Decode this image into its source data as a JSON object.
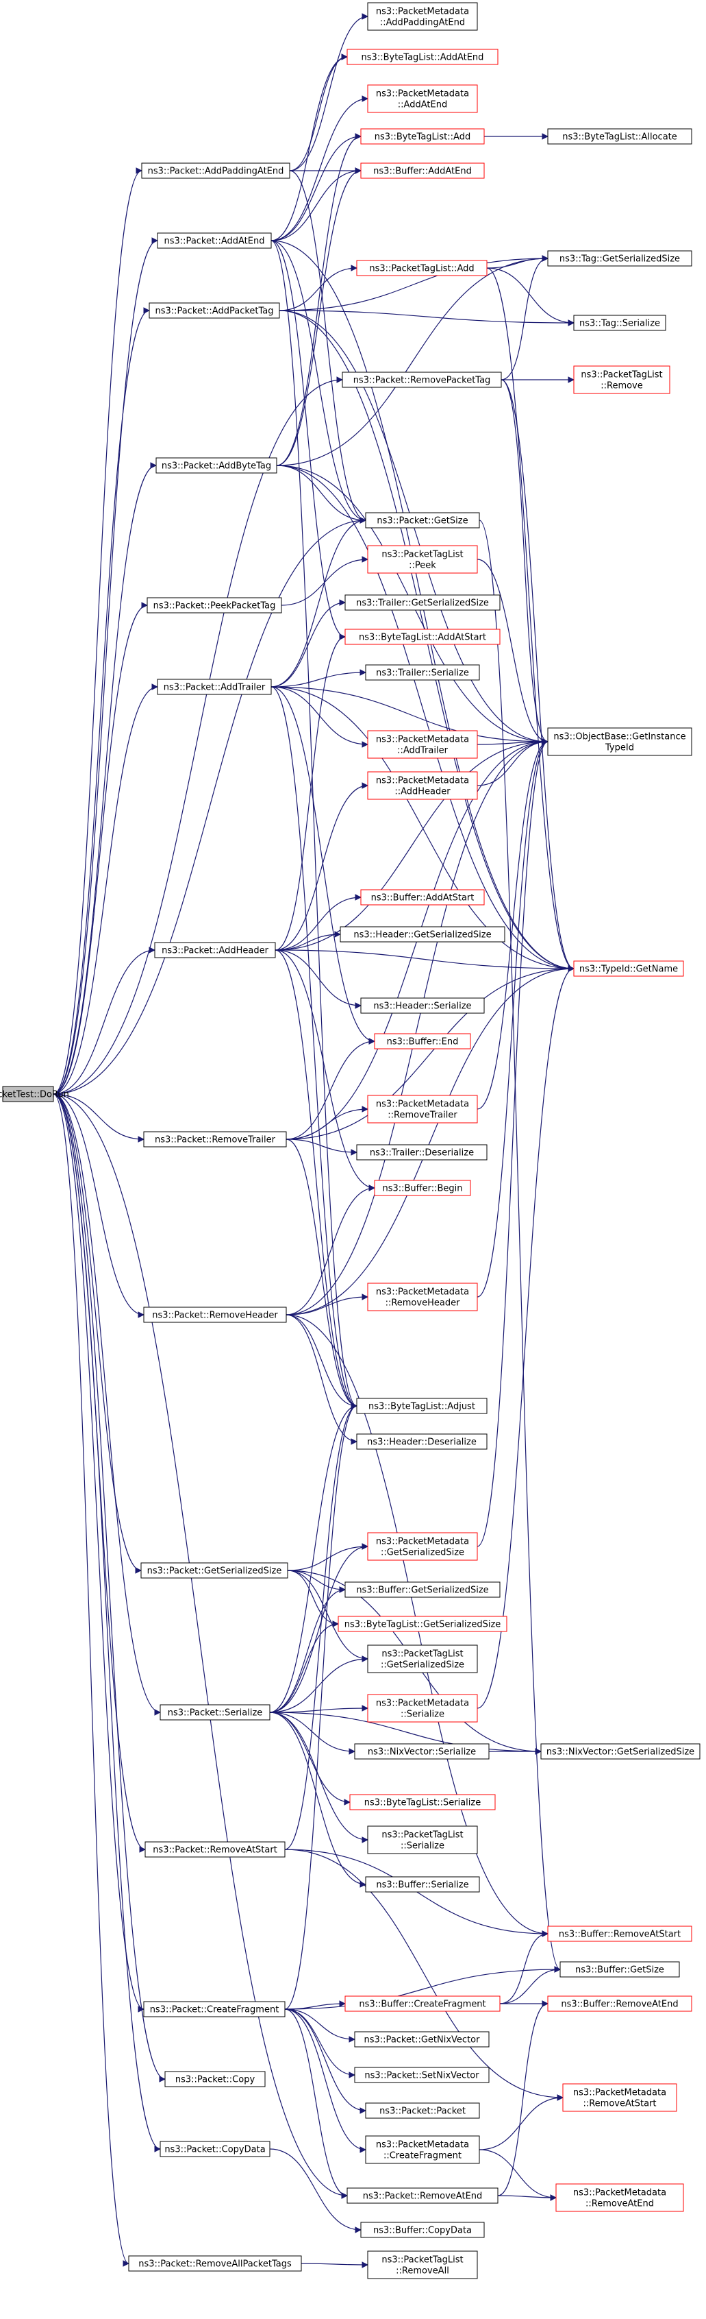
{
  "colors": {
    "edge": "#191970",
    "node_border": "#000000",
    "node_border_red": "#ff0000",
    "node_fill": "#ffffff",
    "root_fill": "#bfbfbf"
  },
  "nodes": [
    {
      "id": "root",
      "lines": [
        "PacketTest::DoRun"
      ],
      "style": "root"
    },
    {
      "id": "addPaddingAtEnd",
      "lines": [
        "ns3::Packet::AddPaddingAtEnd"
      ],
      "style": "black"
    },
    {
      "id": "addAtEnd",
      "lines": [
        "ns3::Packet::AddAtEnd"
      ],
      "style": "black"
    },
    {
      "id": "addPacketTag",
      "lines": [
        "ns3::Packet::AddPacketTag"
      ],
      "style": "black"
    },
    {
      "id": "addByteTag",
      "lines": [
        "ns3::Packet::AddByteTag"
      ],
      "style": "black"
    },
    {
      "id": "peekPacketTag",
      "lines": [
        "ns3::Packet::PeekPacketTag"
      ],
      "style": "black"
    },
    {
      "id": "addTrailer",
      "lines": [
        "ns3::Packet::AddTrailer"
      ],
      "style": "black"
    },
    {
      "id": "addHeader",
      "lines": [
        "ns3::Packet::AddHeader"
      ],
      "style": "black"
    },
    {
      "id": "removeTrailer",
      "lines": [
        "ns3::Packet::RemoveTrailer"
      ],
      "style": "black"
    },
    {
      "id": "removeHeader",
      "lines": [
        "ns3::Packet::RemoveHeader"
      ],
      "style": "black"
    },
    {
      "id": "getSerializedSize",
      "lines": [
        "ns3::Packet::GetSerializedSize"
      ],
      "style": "black"
    },
    {
      "id": "serialize",
      "lines": [
        "ns3::Packet::Serialize"
      ],
      "style": "black"
    },
    {
      "id": "removeAtStart",
      "lines": [
        "ns3::Packet::RemoveAtStart"
      ],
      "style": "black"
    },
    {
      "id": "createFragment",
      "lines": [
        "ns3::Packet::CreateFragment"
      ],
      "style": "black"
    },
    {
      "id": "copy",
      "lines": [
        "ns3::Packet::Copy"
      ],
      "style": "black"
    },
    {
      "id": "copyData",
      "lines": [
        "ns3::Packet::CopyData"
      ],
      "style": "black"
    },
    {
      "id": "removeAllPacketTags",
      "lines": [
        "ns3::Packet::RemoveAllPacketTags"
      ],
      "style": "black"
    },
    {
      "id": "pmAddPaddingAtEnd",
      "lines": [
        "ns3::PacketMetadata",
        "::AddPaddingAtEnd"
      ],
      "style": "black"
    },
    {
      "id": "btlAddAtEnd",
      "lines": [
        "ns3::ByteTagList::AddAtEnd"
      ],
      "style": "red"
    },
    {
      "id": "pmAddAtEnd",
      "lines": [
        "ns3::PacketMetadata",
        "::AddAtEnd"
      ],
      "style": "red"
    },
    {
      "id": "btlAdd",
      "lines": [
        "ns3::ByteTagList::Add"
      ],
      "style": "red"
    },
    {
      "id": "btlAllocate",
      "lines": [
        "ns3::ByteTagList::Allocate"
      ],
      "style": "black"
    },
    {
      "id": "bufAddAtEnd",
      "lines": [
        "ns3::Buffer::AddAtEnd"
      ],
      "style": "red"
    },
    {
      "id": "ptlAdd",
      "lines": [
        "ns3::PacketTagList::Add"
      ],
      "style": "red"
    },
    {
      "id": "tagGetSerializedSize",
      "lines": [
        "ns3::Tag::GetSerializedSize"
      ],
      "style": "black"
    },
    {
      "id": "tagSerialize",
      "lines": [
        "ns3::Tag::Serialize"
      ],
      "style": "black"
    },
    {
      "id": "removePacketTag",
      "lines": [
        "ns3::Packet::RemovePacketTag"
      ],
      "style": "black"
    },
    {
      "id": "ptlRemove",
      "lines": [
        "ns3::PacketTagList",
        "::Remove"
      ],
      "style": "red"
    },
    {
      "id": "getSize",
      "lines": [
        "ns3::Packet::GetSize"
      ],
      "style": "black"
    },
    {
      "id": "ptlPeek",
      "lines": [
        "ns3::PacketTagList",
        "::Peek"
      ],
      "style": "red"
    },
    {
      "id": "trailerGetSerializedSize",
      "lines": [
        "ns3::Trailer::GetSerializedSize"
      ],
      "style": "black"
    },
    {
      "id": "btlAddAtStart",
      "lines": [
        "ns3::ByteTagList::AddAtStart"
      ],
      "style": "red"
    },
    {
      "id": "trailerSerialize",
      "lines": [
        "ns3::Trailer::Serialize"
      ],
      "style": "black"
    },
    {
      "id": "pmAddTrailer",
      "lines": [
        "ns3::PacketMetadata",
        "::AddTrailer"
      ],
      "style": "red"
    },
    {
      "id": "getInstanceTypeId",
      "lines": [
        "ns3::ObjectBase::GetInstance",
        "TypeId"
      ],
      "style": "black"
    },
    {
      "id": "pmAddHeader",
      "lines": [
        "ns3::PacketMetadata",
        "::AddHeader"
      ],
      "style": "red"
    },
    {
      "id": "bufAddAtStart",
      "lines": [
        "ns3::Buffer::AddAtStart"
      ],
      "style": "red"
    },
    {
      "id": "headerGetSerializedSize",
      "lines": [
        "ns3::Header::GetSerializedSize"
      ],
      "style": "black"
    },
    {
      "id": "typeIdGetName",
      "lines": [
        "ns3::TypeId::GetName"
      ],
      "style": "red"
    },
    {
      "id": "headerSerialize",
      "lines": [
        "ns3::Header::Serialize"
      ],
      "style": "black"
    },
    {
      "id": "bufEnd",
      "lines": [
        "ns3::Buffer::End"
      ],
      "style": "red"
    },
    {
      "id": "pmRemoveTrailer",
      "lines": [
        "ns3::PacketMetadata",
        "::RemoveTrailer"
      ],
      "style": "red"
    },
    {
      "id": "trailerDeserialize",
      "lines": [
        "ns3::Trailer::Deserialize"
      ],
      "style": "black"
    },
    {
      "id": "bufBegin",
      "lines": [
        "ns3::Buffer::Begin"
      ],
      "style": "red"
    },
    {
      "id": "pmRemoveHeader",
      "lines": [
        "ns3::PacketMetadata",
        "::RemoveHeader"
      ],
      "style": "red"
    },
    {
      "id": "btlAdjust",
      "lines": [
        "ns3::ByteTagList::Adjust"
      ],
      "style": "black"
    },
    {
      "id": "headerDeserialize",
      "lines": [
        "ns3::Header::Deserialize"
      ],
      "style": "black"
    },
    {
      "id": "pmGetSerializedSize",
      "lines": [
        "ns3::PacketMetadata",
        "::GetSerializedSize"
      ],
      "style": "red"
    },
    {
      "id": "bufGetSerializedSize",
      "lines": [
        "ns3::Buffer::GetSerializedSize"
      ],
      "style": "black"
    },
    {
      "id": "btlGetSerializedSize",
      "lines": [
        "ns3::ByteTagList::GetSerializedSize"
      ],
      "style": "red"
    },
    {
      "id": "ptlGetSerializedSize",
      "lines": [
        "ns3::PacketTagList",
        "::GetSerializedSize"
      ],
      "style": "black"
    },
    {
      "id": "pmSerialize",
      "lines": [
        "ns3::PacketMetadata",
        "::Serialize"
      ],
      "style": "red"
    },
    {
      "id": "nvSerialize",
      "lines": [
        "ns3::NixVector::Serialize"
      ],
      "style": "black"
    },
    {
      "id": "nvGetSerializedSize",
      "lines": [
        "ns3::NixVector::GetSerializedSize"
      ],
      "style": "black"
    },
    {
      "id": "btlSerialize",
      "lines": [
        "ns3::ByteTagList::Serialize"
      ],
      "style": "red"
    },
    {
      "id": "ptlSerialize",
      "lines": [
        "ns3::PacketTagList",
        "::Serialize"
      ],
      "style": "black"
    },
    {
      "id": "bufSerialize",
      "lines": [
        "ns3::Buffer::Serialize"
      ],
      "style": "black"
    },
    {
      "id": "bufRemoveAtStart",
      "lines": [
        "ns3::Buffer::RemoveAtStart"
      ],
      "style": "red"
    },
    {
      "id": "bufGetSize",
      "lines": [
        "ns3::Buffer::GetSize"
      ],
      "style": "black"
    },
    {
      "id": "bufCreateFragment",
      "lines": [
        "ns3::Buffer::CreateFragment"
      ],
      "style": "red"
    },
    {
      "id": "bufRemoveAtEnd",
      "lines": [
        "ns3::Buffer::RemoveAtEnd"
      ],
      "style": "red"
    },
    {
      "id": "getNixVector",
      "lines": [
        "ns3::Packet::GetNixVector"
      ],
      "style": "black"
    },
    {
      "id": "pmRemoveAtStart",
      "lines": [
        "ns3::PacketMetadata",
        "::RemoveAtStart"
      ],
      "style": "red"
    },
    {
      "id": "setNixVector",
      "lines": [
        "ns3::Packet::SetNixVector"
      ],
      "style": "black"
    },
    {
      "id": "packetPacket",
      "lines": [
        "ns3::Packet::Packet"
      ],
      "style": "black"
    },
    {
      "id": "pmCreateFragment",
      "lines": [
        "ns3::PacketMetadata",
        "::CreateFragment"
      ],
      "style": "black"
    },
    {
      "id": "pmRemoveAtEnd",
      "lines": [
        "ns3::PacketMetadata",
        "::RemoveAtEnd"
      ],
      "style": "red"
    },
    {
      "id": "packetRemoveAtEnd",
      "lines": [
        "ns3::Packet::RemoveAtEnd"
      ],
      "style": "black"
    },
    {
      "id": "bufCopyData",
      "lines": [
        "ns3::Buffer::CopyData"
      ],
      "style": "black"
    },
    {
      "id": "ptlRemoveAll",
      "lines": [
        "ns3::PacketTagList",
        "::RemoveAll"
      ],
      "style": "black"
    }
  ],
  "edges": [
    [
      "root",
      "addPaddingAtEnd"
    ],
    [
      "root",
      "addAtEnd"
    ],
    [
      "root",
      "addPacketTag"
    ],
    [
      "root",
      "addByteTag"
    ],
    [
      "root",
      "peekPacketTag"
    ],
    [
      "root",
      "addTrailer"
    ],
    [
      "root",
      "addHeader"
    ],
    [
      "root",
      "removeTrailer"
    ],
    [
      "root",
      "removeHeader"
    ],
    [
      "root",
      "getSerializedSize"
    ],
    [
      "root",
      "serialize"
    ],
    [
      "root",
      "removeAtStart"
    ],
    [
      "root",
      "createFragment"
    ],
    [
      "root",
      "copy"
    ],
    [
      "root",
      "copyData"
    ],
    [
      "root",
      "removeAllPacketTags"
    ],
    [
      "root",
      "getSize"
    ],
    [
      "root",
      "removePacketTag"
    ],
    [
      "root",
      "packetRemoveAtEnd"
    ],
    [
      "addPaddingAtEnd",
      "pmAddPaddingAtEnd"
    ],
    [
      "addPaddingAtEnd",
      "btlAddAtEnd"
    ],
    [
      "addPaddingAtEnd",
      "bufAddAtEnd"
    ],
    [
      "addPaddingAtEnd",
      "getSize"
    ],
    [
      "addAtEnd",
      "btlAddAtEnd"
    ],
    [
      "addAtEnd",
      "pmAddAtEnd"
    ],
    [
      "addAtEnd",
      "btlAdd"
    ],
    [
      "addAtEnd",
      "bufAddAtEnd"
    ],
    [
      "addAtEnd",
      "getSize"
    ],
    [
      "addAtEnd",
      "btlAddAtStart"
    ],
    [
      "addAtEnd",
      "btlAdjust"
    ],
    [
      "addAtEnd",
      "typeIdGetName"
    ],
    [
      "btlAdd",
      "btlAllocate"
    ],
    [
      "addPacketTag",
      "ptlAdd"
    ],
    [
      "addPacketTag",
      "tagGetSerializedSize"
    ],
    [
      "addPacketTag",
      "tagSerialize"
    ],
    [
      "addPacketTag",
      "getInstanceTypeId"
    ],
    [
      "addPacketTag",
      "typeIdGetName"
    ],
    [
      "ptlAdd",
      "tagGetSerializedSize"
    ],
    [
      "ptlAdd",
      "tagSerialize"
    ],
    [
      "ptlAdd",
      "typeIdGetName"
    ],
    [
      "removePacketTag",
      "ptlRemove"
    ],
    [
      "removePacketTag",
      "tagGetSerializedSize"
    ],
    [
      "removePacketTag",
      "getInstanceTypeId"
    ],
    [
      "removePacketTag",
      "typeIdGetName"
    ],
    [
      "addByteTag",
      "btlAdd"
    ],
    [
      "addByteTag",
      "getSize"
    ],
    [
      "addByteTag",
      "getInstanceTypeId"
    ],
    [
      "addByteTag",
      "typeIdGetName"
    ],
    [
      "addByteTag",
      "bufAddAtEnd"
    ],
    [
      "addByteTag",
      "tagGetSerializedSize"
    ],
    [
      "peekPacketTag",
      "ptlPeek"
    ],
    [
      "ptlPeek",
      "getInstanceTypeId"
    ],
    [
      "addTrailer",
      "trailerGetSerializedSize"
    ],
    [
      "addTrailer",
      "trailerSerialize"
    ],
    [
      "addTrailer",
      "pmAddTrailer"
    ],
    [
      "addTrailer",
      "getInstanceTypeId"
    ],
    [
      "addTrailer",
      "typeIdGetName"
    ],
    [
      "addTrailer",
      "bufEnd"
    ],
    [
      "addTrailer",
      "btlAdjust"
    ],
    [
      "addTrailer",
      "getSize"
    ],
    [
      "pmAddTrailer",
      "getInstanceTypeId"
    ],
    [
      "addHeader",
      "pmAddHeader"
    ],
    [
      "addHeader",
      "bufAddAtStart"
    ],
    [
      "addHeader",
      "headerGetSerializedSize"
    ],
    [
      "addHeader",
      "headerSerialize"
    ],
    [
      "addHeader",
      "typeIdGetName"
    ],
    [
      "addHeader",
      "getInstanceTypeId"
    ],
    [
      "addHeader",
      "bufBegin"
    ],
    [
      "addHeader",
      "btlAdjust"
    ],
    [
      "addHeader",
      "btlAddAtStart"
    ],
    [
      "pmAddHeader",
      "getInstanceTypeId"
    ],
    [
      "removeTrailer",
      "pmRemoveTrailer"
    ],
    [
      "removeTrailer",
      "trailerDeserialize"
    ],
    [
      "removeTrailer",
      "bufEnd"
    ],
    [
      "removeTrailer",
      "getInstanceTypeId"
    ],
    [
      "removeTrailer",
      "typeIdGetName"
    ],
    [
      "removeTrailer",
      "btlAdjust"
    ],
    [
      "pmRemoveTrailer",
      "getInstanceTypeId"
    ],
    [
      "removeHeader",
      "pmRemoveHeader"
    ],
    [
      "removeHeader",
      "headerDeserialize"
    ],
    [
      "removeHeader",
      "bufBegin"
    ],
    [
      "removeHeader",
      "btlAdjust"
    ],
    [
      "removeHeader",
      "getInstanceTypeId"
    ],
    [
      "removeHeader",
      "typeIdGetName"
    ],
    [
      "removeHeader",
      "bufRemoveAtStart"
    ],
    [
      "pmRemoveHeader",
      "getInstanceTypeId"
    ],
    [
      "getSerializedSize",
      "pmGetSerializedSize"
    ],
    [
      "getSerializedSize",
      "bufGetSerializedSize"
    ],
    [
      "getSerializedSize",
      "btlGetSerializedSize"
    ],
    [
      "getSerializedSize",
      "ptlGetSerializedSize"
    ],
    [
      "getSerializedSize",
      "nvGetSerializedSize"
    ],
    [
      "pmGetSerializedSize",
      "getInstanceTypeId"
    ],
    [
      "serialize",
      "pmGetSerializedSize"
    ],
    [
      "serialize",
      "bufGetSerializedSize"
    ],
    [
      "serialize",
      "btlGetSerializedSize"
    ],
    [
      "serialize",
      "ptlGetSerializedSize"
    ],
    [
      "serialize",
      "pmSerialize"
    ],
    [
      "serialize",
      "nvSerialize"
    ],
    [
      "serialize",
      "nvGetSerializedSize"
    ],
    [
      "serialize",
      "btlSerialize"
    ],
    [
      "serialize",
      "ptlSerialize"
    ],
    [
      "serialize",
      "bufSerialize"
    ],
    [
      "serialize",
      "btlAdjust"
    ],
    [
      "pmSerialize",
      "typeIdGetName"
    ],
    [
      "nvSerialize",
      "nvGetSerializedSize"
    ],
    [
      "removeAtStart",
      "bufRemoveAtStart"
    ],
    [
      "removeAtStart",
      "pmRemoveAtStart"
    ],
    [
      "removeAtStart",
      "btlAdjust"
    ],
    [
      "createFragment",
      "bufCreateFragment"
    ],
    [
      "createFragment",
      "bufGetSize"
    ],
    [
      "createFragment",
      "getNixVector"
    ],
    [
      "createFragment",
      "setNixVector"
    ],
    [
      "createFragment",
      "packetPacket"
    ],
    [
      "createFragment",
      "pmCreateFragment"
    ],
    [
      "createFragment",
      "packetRemoveAtEnd"
    ],
    [
      "createFragment",
      "btlAdjust"
    ],
    [
      "bufCreateFragment",
      "bufRemoveAtStart"
    ],
    [
      "bufCreateFragment",
      "bufRemoveAtEnd"
    ],
    [
      "bufCreateFragment",
      "bufGetSize"
    ],
    [
      "pmCreateFragment",
      "pmRemoveAtStart"
    ],
    [
      "pmCreateFragment",
      "pmRemoveAtEnd"
    ],
    [
      "packetRemoveAtEnd",
      "bufRemoveAtEnd"
    ],
    [
      "packetRemoveAtEnd",
      "pmRemoveAtEnd"
    ],
    [
      "copyData",
      "bufCopyData"
    ],
    [
      "removeAllPacketTags",
      "ptlRemoveAll"
    ],
    [
      "getSize",
      "bufGetSize"
    ]
  ]
}
